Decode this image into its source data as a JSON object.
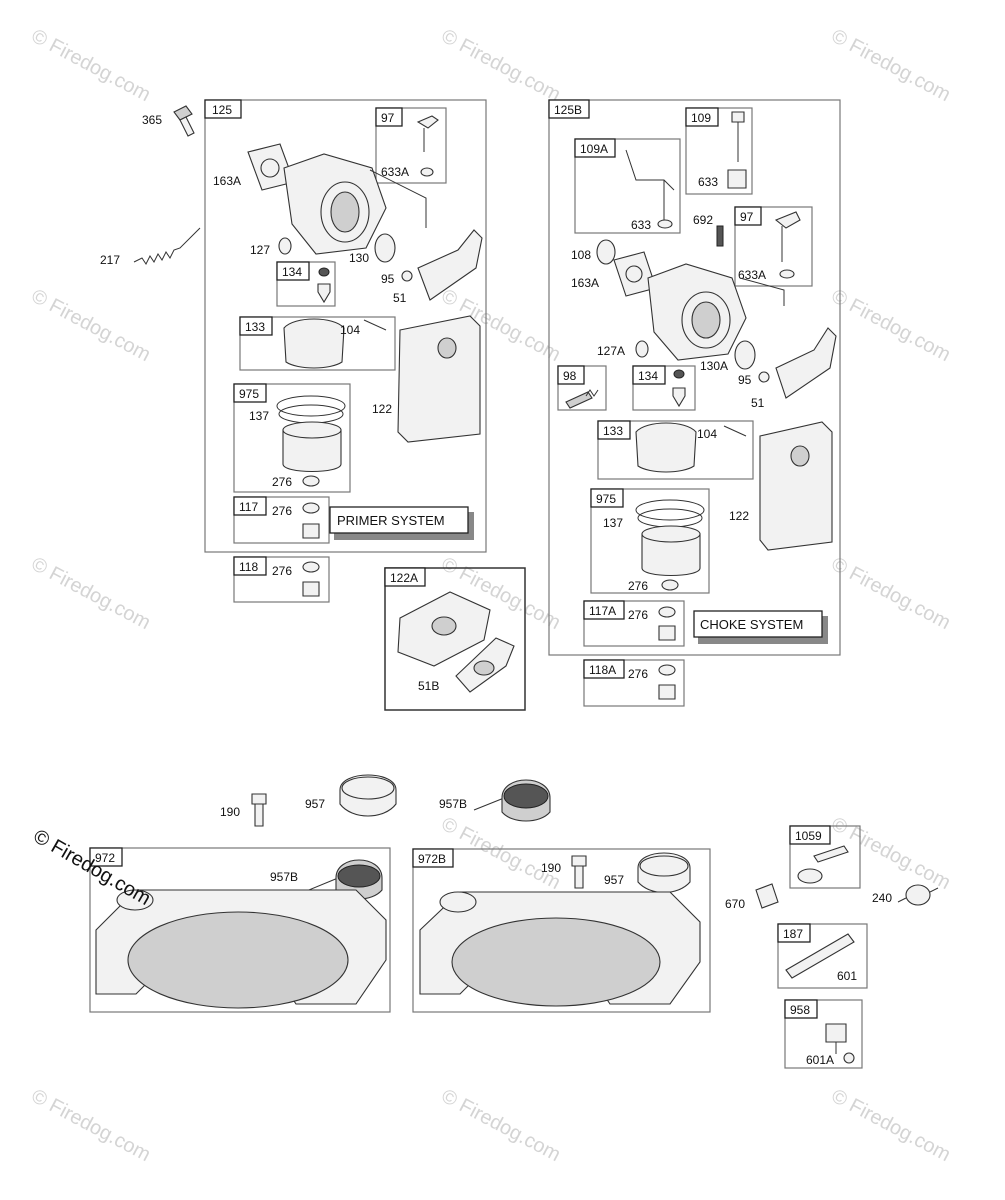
{
  "watermark": "© Firedog.com",
  "copyright": "© Firedog.com",
  "group_125": {
    "tag": "125",
    "sub_97": "97",
    "lbl_633A": "633A",
    "lbl_163A": "163A",
    "lbl_127": "127",
    "lbl_130": "130",
    "lbl_95": "95",
    "lbl_51": "51",
    "sub_134": "134",
    "sub_133": "133",
    "lbl_104": "104",
    "sub_975": "975",
    "lbl_137": "137",
    "lbl_276a": "276",
    "lbl_122": "122",
    "sub_117": "117",
    "lbl_276b": "276",
    "system": "PRIMER SYSTEM"
  },
  "group_125B": {
    "tag": "125B",
    "sub_109": "109",
    "lbl_633": "633",
    "sub_109A": "109A",
    "lbl_633b": "633",
    "lbl_692": "692",
    "sub_97": "97",
    "lbl_633A": "633A",
    "lbl_108": "108",
    "lbl_163A": "163A",
    "lbl_127A": "127A",
    "lbl_130A": "130A",
    "lbl_95": "95",
    "lbl_51": "51",
    "sub_98": "98",
    "sub_134": "134",
    "sub_133": "133",
    "lbl_104": "104",
    "sub_975": "975",
    "lbl_137": "137",
    "lbl_276a": "276",
    "lbl_122": "122",
    "sub_117A": "117A",
    "lbl_276b": "276",
    "system": "CHOKE SYSTEM"
  },
  "standalone": {
    "lbl_365": "365",
    "lbl_217": "217",
    "tag_118": "118",
    "lbl_118_276": "276",
    "tag_118A": "118A",
    "lbl_118A_276": "276",
    "tag_122A": "122A",
    "lbl_51B": "51B"
  },
  "tanks": {
    "lbl_190a": "190",
    "lbl_957a": "957",
    "lbl_957B_top": "957B",
    "tag_972": "972",
    "lbl_957B_in": "957B",
    "tag_972B": "972B",
    "lbl_190b": "190",
    "lbl_957b": "957"
  },
  "fittings": {
    "tag_1059": "1059",
    "lbl_670": "670",
    "lbl_240": "240",
    "tag_187": "187",
    "lbl_601": "601",
    "tag_958": "958",
    "lbl_601A": "601A"
  }
}
